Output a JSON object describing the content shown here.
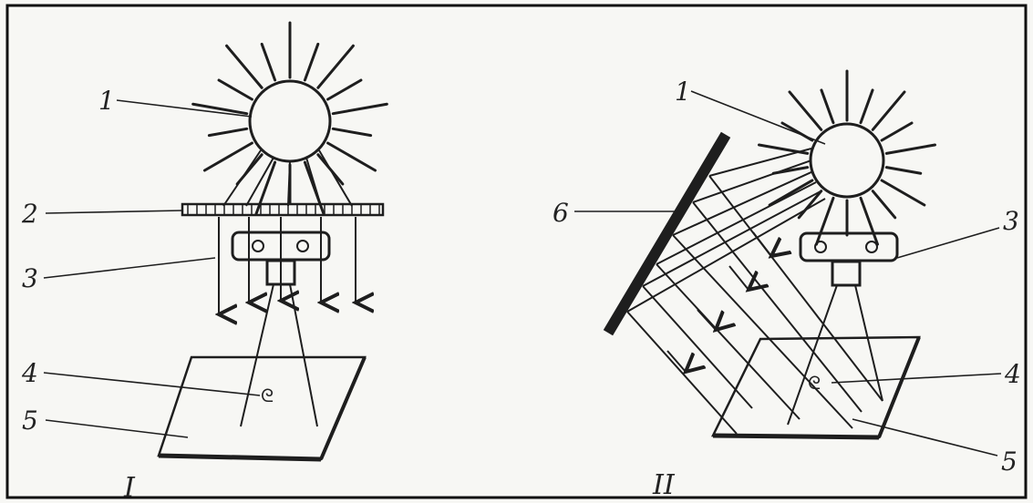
{
  "colors": {
    "ink": "#1e1e1e",
    "paper": "#f7f7f4",
    "frame": "#111111"
  },
  "figure_i": {
    "roman_numeral": "I",
    "labels": {
      "sun": "1",
      "screen": "2",
      "camera": "3",
      "object": "4",
      "surface": "5"
    },
    "object_glyph": "ᘓ"
  },
  "figure_ii": {
    "roman_numeral": "II",
    "labels": {
      "sun": "1",
      "camera": "3",
      "object": "4",
      "surface": "5",
      "reflector": "6"
    },
    "object_glyph": "ᘓ"
  }
}
